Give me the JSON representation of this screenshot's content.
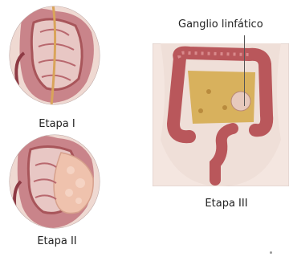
{
  "labels": {
    "stage1": "Etapa I",
    "stage2": "Etapa II",
    "stage3": "Etapa III",
    "lymph_node": "Ganglio linfático"
  },
  "colors": {
    "tissue": "#c9848a",
    "lumen": "#e8c7c4",
    "wall": "#a8555a",
    "tumor": "#efc2ad",
    "node": "#d8b15d",
    "skin": "#f2d6cd"
  }
}
